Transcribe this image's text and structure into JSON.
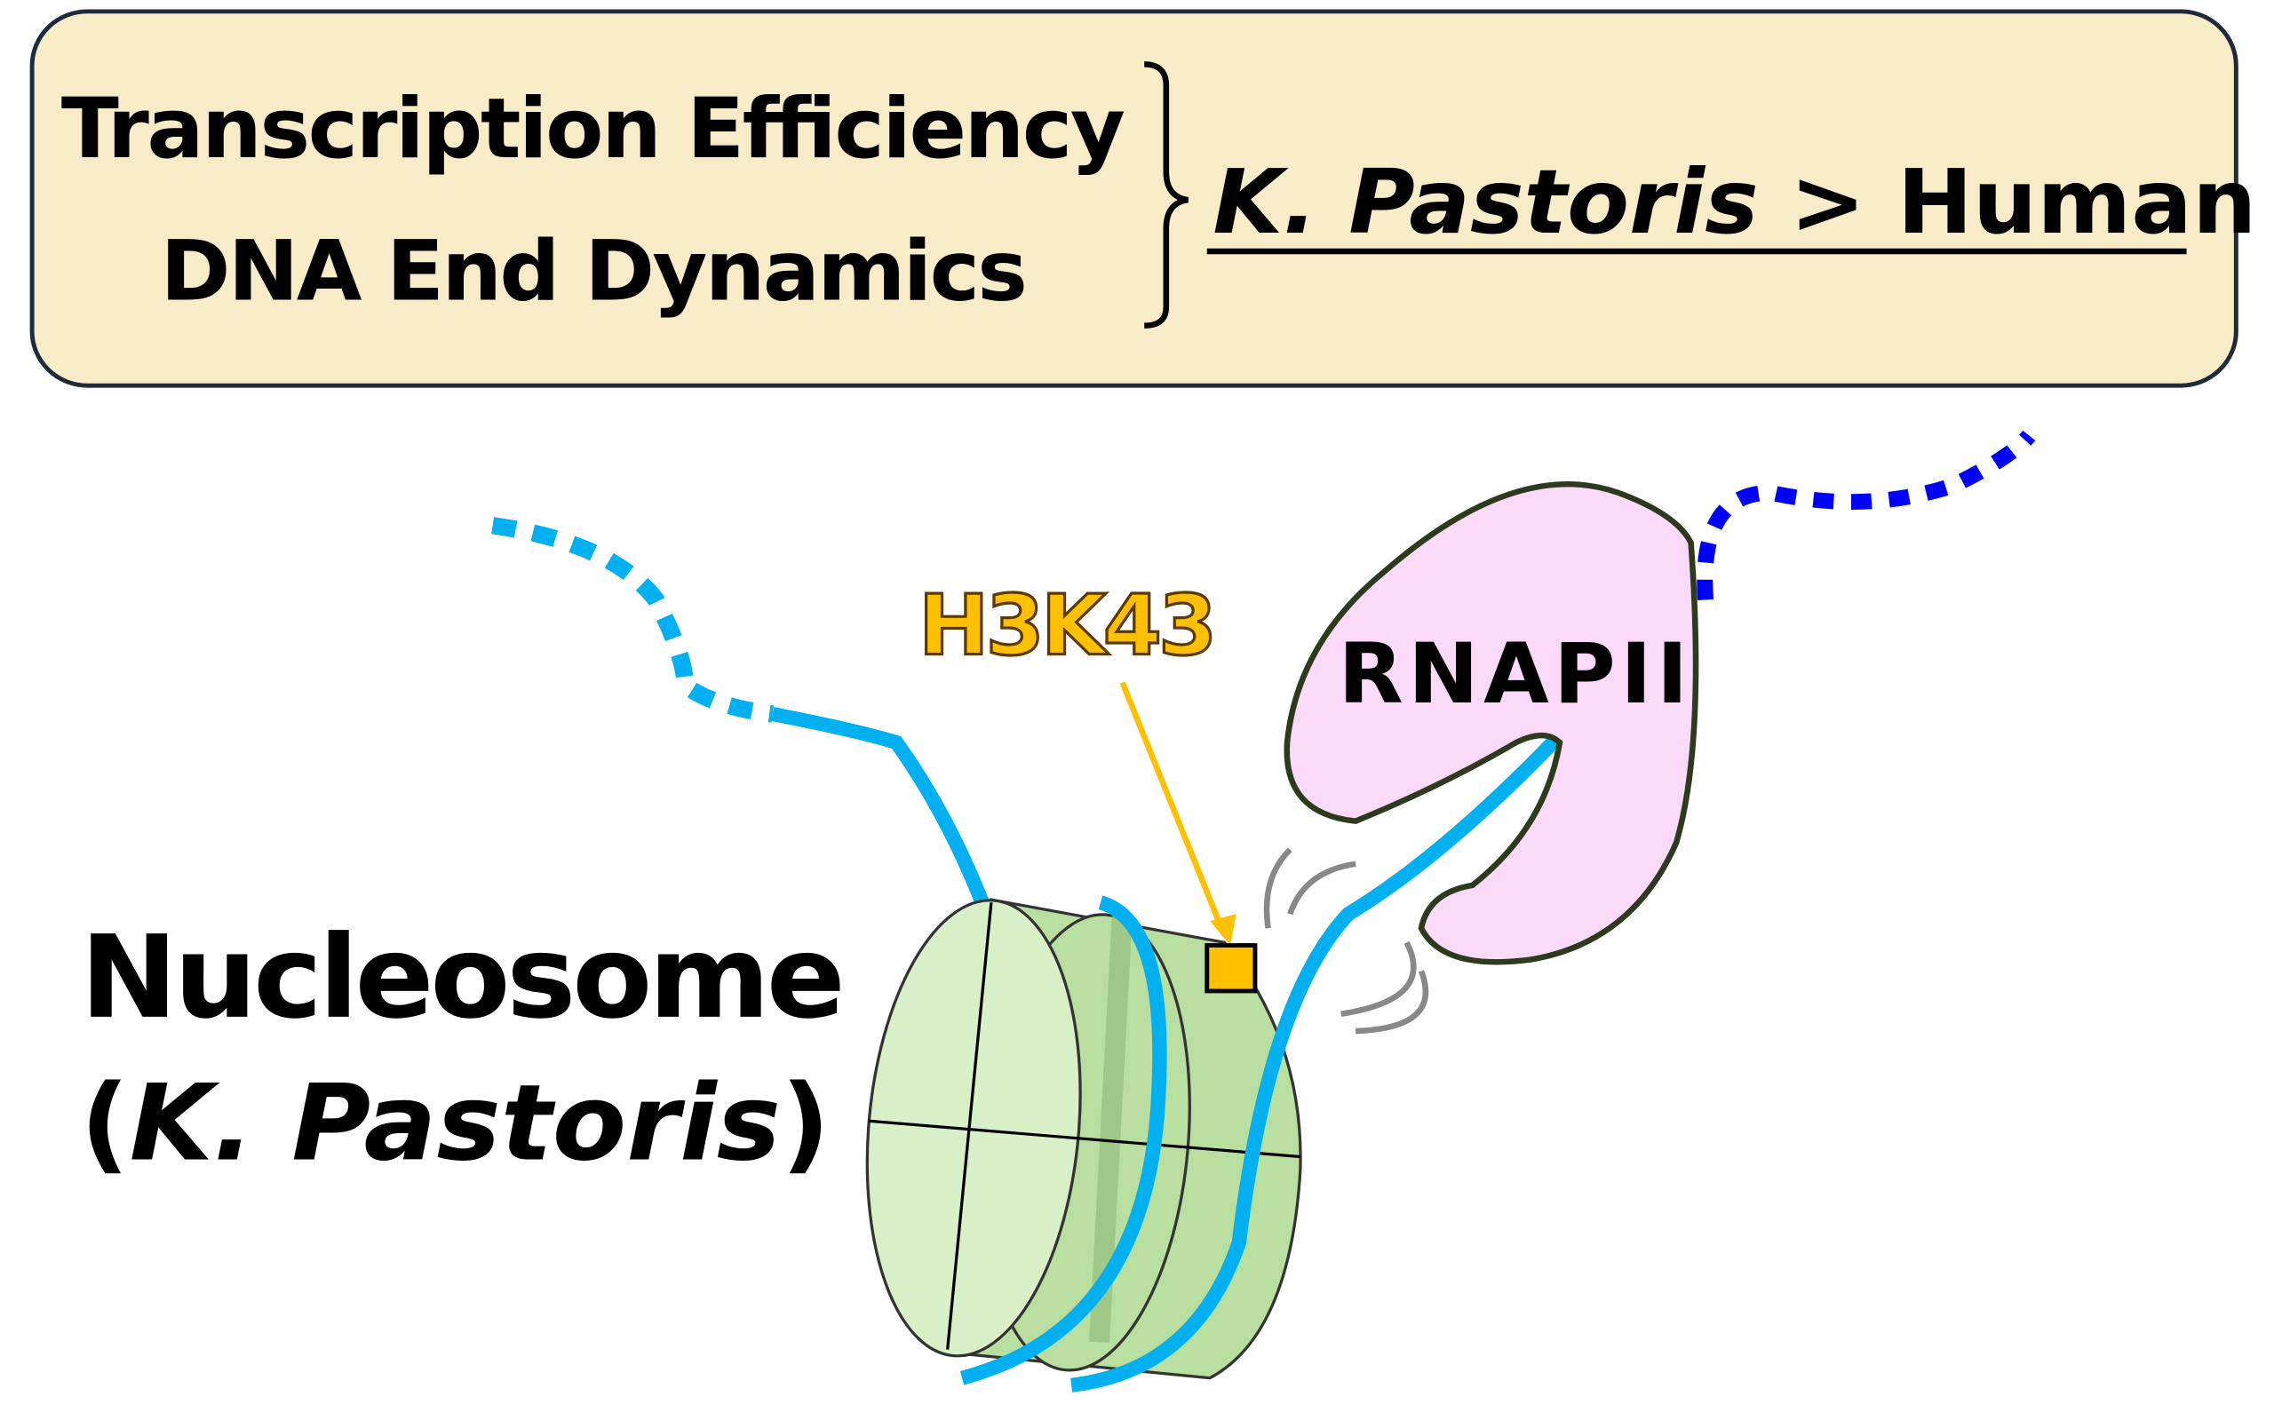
{
  "header_box": {
    "line1": "Transcription Efficiency",
    "line2": "DNA End Dynamics",
    "conclusion_species": "K. Pastoris",
    "conclusion_rest": " > Human"
  },
  "labels": {
    "mark": "H3K43",
    "polymerase": "RNAPII",
    "nucleosome": "Nucleosome",
    "species_open": "(",
    "species": "K. Pastoris",
    "species_close": ")"
  },
  "colors": {
    "box_fill": "#f7ebc8",
    "dna": "#00b0f0",
    "rna": "#0000ff",
    "nucleosome": "#d8efc8",
    "rnapii": "#fbd9f8",
    "mark": "#ffc000"
  }
}
